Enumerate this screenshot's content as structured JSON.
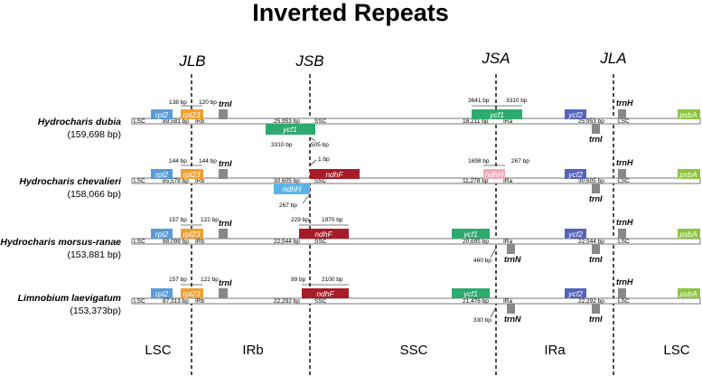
{
  "title": "Inverted Repeats",
  "junctions": [
    "JLB",
    "JSB",
    "JSA",
    "JLA"
  ],
  "bottom_regions": [
    "LSC",
    "IRb",
    "SSC",
    "IRa",
    "LSC"
  ],
  "colors": {
    "rpl2": "#5b9bd5",
    "rpl23": "#f0a030",
    "trnI": "#888888",
    "ycf1": "#2daa6e",
    "ycf1_light": "#f4a8b8",
    "ndhF": "#a61c27",
    "ndhH": "#5bb4e8",
    "ycf2": "#5563b8",
    "psbA": "#8cc63f",
    "trnH": "#888888",
    "trnN": "#888888",
    "trnI_lower": "#888888"
  },
  "species": [
    {
      "name": "Hydrocharis dubia",
      "length": "(159,698 bp)",
      "reg": [
        "LSC",
        "89,581 bp",
        "IRb",
        "25,953 bp",
        "SSC",
        "18,211 bp",
        "IRa",
        "25,953 bp",
        "LSC"
      ],
      "dists": [
        "138 bp",
        "120 bp",
        "3641 bp",
        "3310 bp",
        "3310 bp",
        "505 bp"
      ],
      "genes": [
        "rpl2",
        "rpl23",
        "trnI",
        "ycf1",
        "ycf1",
        "ycf2",
        "trnH",
        "trnI",
        "psbA"
      ]
    },
    {
      "name": "Hydrocharis chevalieri",
      "length": "(158,066 bp)",
      "reg": [
        "LSC",
        "85,578 bp",
        "IRb",
        "30,605 bp",
        "SSC",
        "11,278 bp",
        "IRa",
        "30,605 bp",
        "LSC"
      ],
      "dists": [
        "144 bp",
        "144 bp",
        "1 bp",
        "1698 bp",
        "267 bp",
        "267 bp"
      ],
      "genes": [
        "rpl2",
        "rpl23",
        "trnI",
        "ndhF",
        "ndhH",
        "ndhH",
        "ycf2",
        "trnH",
        "trnI",
        "psbA"
      ]
    },
    {
      "name": "Hydrocharis morsus-ranae",
      "length": "(153,881 bp)",
      "reg": [
        "LSC",
        "88,098 bp",
        "IRb",
        "22,544 bp",
        "SSC",
        "20,695 bp",
        "IRa",
        "22,544 bp",
        "LSC"
      ],
      "dists": [
        "157 bp",
        "122 bp",
        "229 bp",
        "1970 bp",
        "460 bp"
      ],
      "genes": [
        "rpl2",
        "rpl23",
        "trnI",
        "ndhF",
        "ycf1",
        "trnN",
        "ycf2",
        "trnH",
        "trnI",
        "psbA"
      ]
    },
    {
      "name": "Limnobium laevigatum",
      "length": "(153,373bp)",
      "reg": [
        "LSC",
        "87,313 bp",
        "IRb",
        "22,292 bp",
        "SSC",
        "21,476 bp",
        "IRa",
        "22,292 bp",
        "LSC"
      ],
      "dists": [
        "157 bp",
        "122 bp",
        "99 bp",
        "2100 bp",
        "330 bp"
      ],
      "genes": [
        "rpl2",
        "rpl23",
        "trnI",
        "ndhF",
        "ycf1",
        "trnN",
        "ycf2",
        "trnH",
        "trnI",
        "psbA"
      ]
    }
  ]
}
